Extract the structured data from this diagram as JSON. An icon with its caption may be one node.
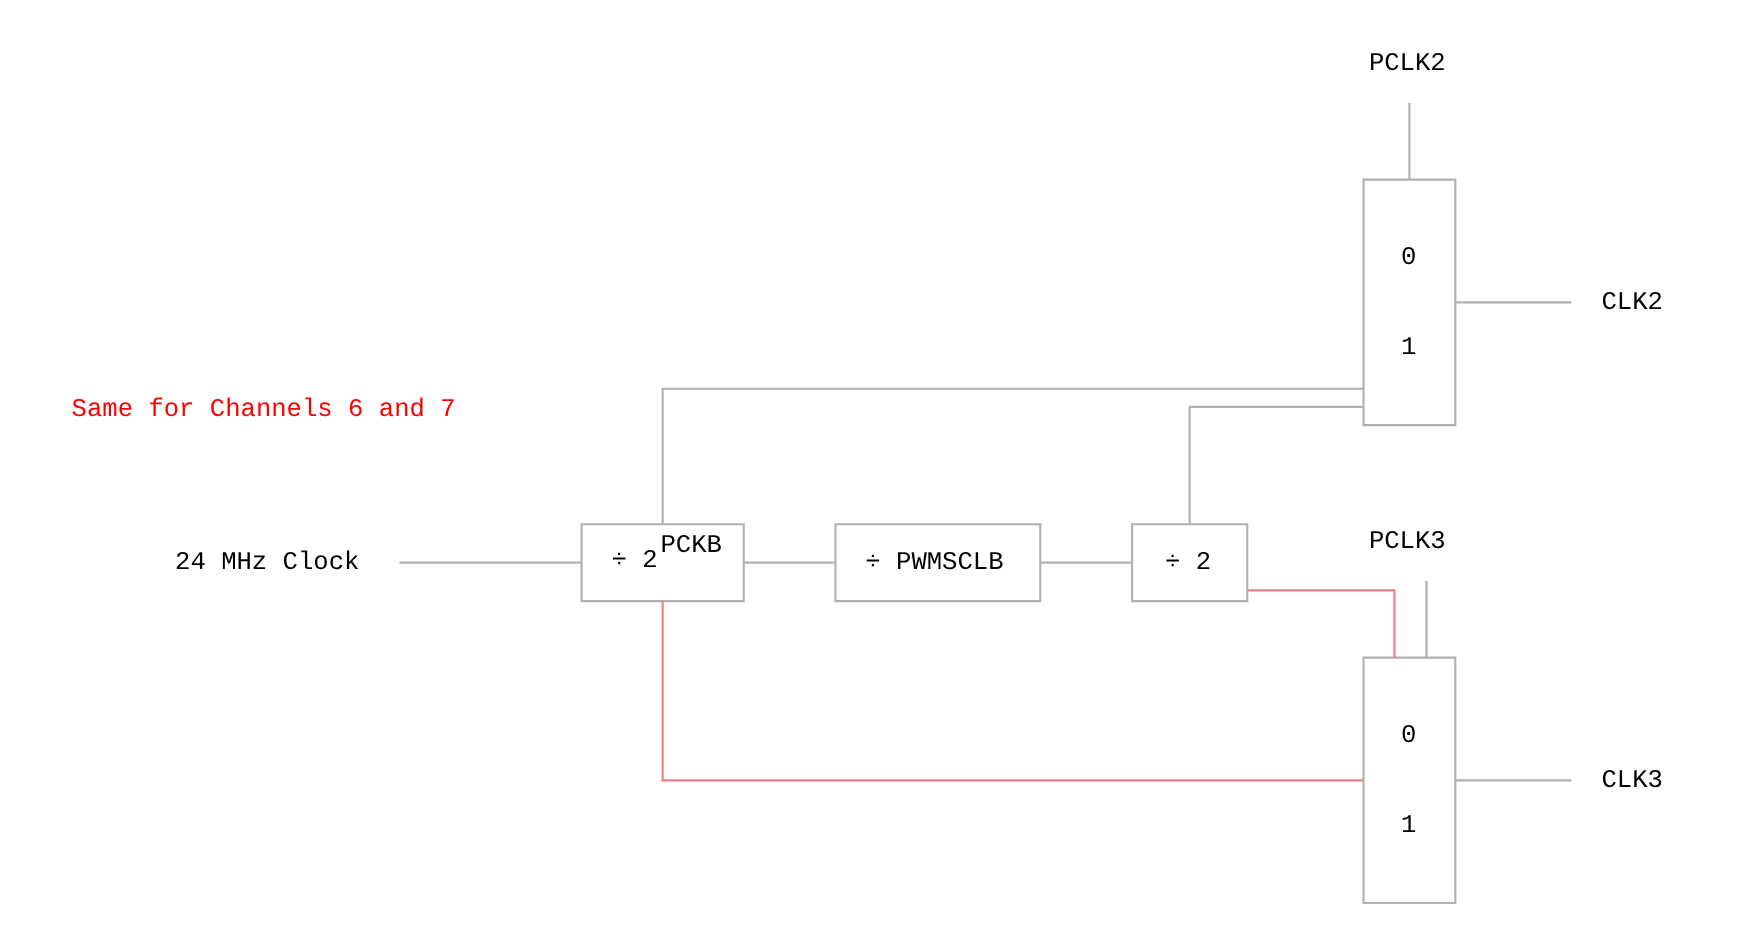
{
  "diagram": {
    "nodes": [
      {
        "text": [
          "24 MHz Clock"
        ]
      },
      {
        "text": [
          "÷ 2$^{PCKB}$"
        ]
      },
      {
        "text": [
          "÷ PWMSCLB"
        ]
      },
      {
        "text": [
          "÷ 2"
        ]
      },
      {
        "text": [
          "0",
          "1"
        ]
      },
      {
        "text": [
          "CLK2"
        ]
      },
      {
        "text": [
          "PCLK2"
        ]
      },
      {
        "text": [
          "0",
          "1"
        ]
      },
      {
        "text": [
          "CLK3"
        ]
      },
      {
        "text": [
          "PCLK3"
        ]
      }
    ],
    "edges": [
      {
        "from": 0,
        "to": 1,
        "arrow": "none"
      },
      {
        "from": 1,
        "to": 4,
        "arrow": "none"
      },
      {
        "from": 1,
        "to": 2,
        "arrow": "none"
      },
      {
        "from": 2,
        "to": 3,
        "arrow": "none"
      },
      {
        "from": 3,
        "to": 4,
        "arrow": "none"
      },
      {
        "from": 1,
        "to": 7,
        "arrow": "none",
        "color": "#f08080"
      },
      {
        "from": 3,
        "to": 7,
        "arrow": "none",
        "color": "#f08080"
      },
      {
        "from": 4,
        "to": 5,
        "arrow": "none"
      },
      {
        "from": 6,
        "to": 4,
        "arrow": "none"
      },
      {
        "from": 7,
        "to": 8,
        "arrow": "none"
      },
      {
        "from": 9,
        "to": 7,
        "arrow": "none"
      }
    ],
    "labels": [
      "Same for Channels 6 and 7"
    ]
  }
}
